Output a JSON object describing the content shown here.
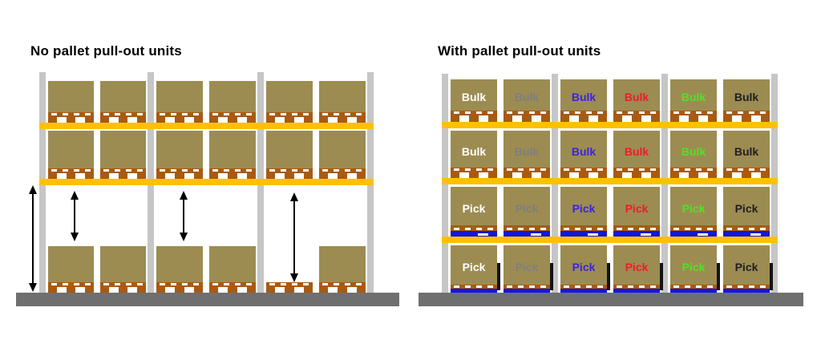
{
  "colors": {
    "box": "#9C8C52",
    "pallet": "#A85A12",
    "beam": "#FFC000",
    "upright": "#C6C6C6",
    "floor": "#6F6F6F",
    "pullout_unit": "#1515E0",
    "divider_bar": "#131313",
    "arrow": "#000000"
  },
  "left_rack": {
    "title": "No pallet pull-out units",
    "rows": [
      {
        "name": "level-3-top-beam",
        "slots": [
          "box",
          "box",
          "box",
          "box",
          "box",
          "box"
        ]
      },
      {
        "name": "level-2-beam",
        "slots": [
          "box",
          "box",
          "box",
          "box",
          "box",
          "box"
        ]
      },
      {
        "name": "level-1-floor",
        "slots": [
          "box",
          "box",
          "box",
          "box",
          "pallet-only",
          "box"
        ]
      }
    ],
    "arrows": [
      "full-height-clearance",
      "bay-1-clearance",
      "bay-2-clearance",
      "bay-3-clearance"
    ]
  },
  "right_rack": {
    "title": "With pallet pull-out units",
    "label_colors": [
      "#FFFFFF",
      "#7F7F7F",
      "#3D22E0",
      "#EE1B2C",
      "#55E027",
      "#1F1F1F"
    ],
    "rows": [
      {
        "name": "bulk-top",
        "support": "pallet-on-beam",
        "slots": [
          {
            "label": "Bulk",
            "color": "#FFFFFF"
          },
          {
            "label": "Bulk",
            "color": "#7F7F7F"
          },
          {
            "label": "Bulk",
            "color": "#3D22E0"
          },
          {
            "label": "Bulk",
            "color": "#EE1B2C"
          },
          {
            "label": "Bulk",
            "color": "#55E027"
          },
          {
            "label": "Bulk",
            "color": "#1F1F1F"
          }
        ]
      },
      {
        "name": "bulk-mid",
        "support": "pallet-on-beam",
        "slots": [
          {
            "label": "Bulk",
            "color": "#FFFFFF"
          },
          {
            "label": "Bulk",
            "color": "#7F7F7F"
          },
          {
            "label": "Bulk",
            "color": "#3D22E0"
          },
          {
            "label": "Bulk",
            "color": "#EE1B2C"
          },
          {
            "label": "Bulk",
            "color": "#55E027"
          },
          {
            "label": "Bulk",
            "color": "#1F1F1F"
          }
        ]
      },
      {
        "name": "pick-pullout-shelf",
        "support": "pullout-on-beam",
        "slots": [
          {
            "label": "Pick",
            "color": "#FFFFFF"
          },
          {
            "label": "Pick",
            "color": "#7F7F7F"
          },
          {
            "label": "Pick",
            "color": "#3D22E0"
          },
          {
            "label": "Pick",
            "color": "#EE1B2C"
          },
          {
            "label": "Pick",
            "color": "#55E027"
          },
          {
            "label": "Pick",
            "color": "#1F1F1F"
          }
        ]
      },
      {
        "name": "pick-pullout-floor",
        "support": "pullout-on-floor",
        "slots": [
          {
            "label": "Pick",
            "color": "#FFFFFF"
          },
          {
            "label": "Pick",
            "color": "#7F7F7F"
          },
          {
            "label": "Pick",
            "color": "#3D22E0"
          },
          {
            "label": "Pick",
            "color": "#EE1B2C"
          },
          {
            "label": "Pick",
            "color": "#55E027"
          },
          {
            "label": "Pick",
            "color": "#1F1F1F"
          }
        ]
      }
    ]
  }
}
